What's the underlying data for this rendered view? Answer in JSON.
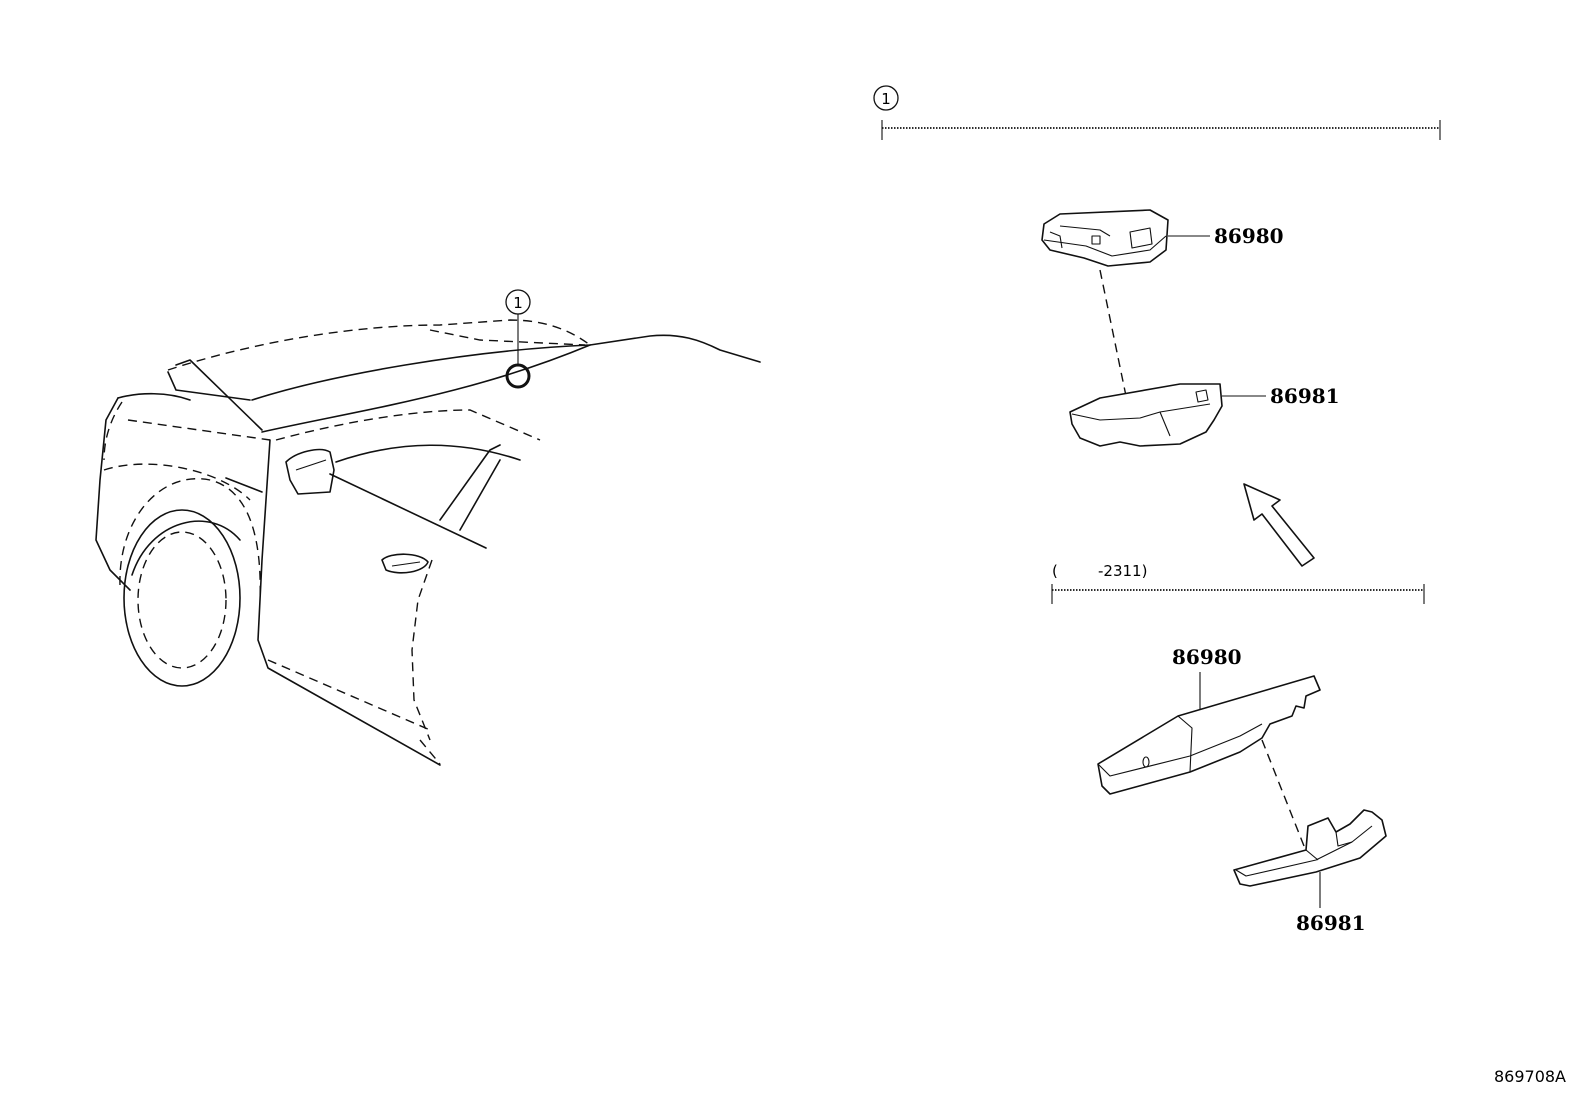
{
  "callout": "1",
  "upper_group": {
    "callout": "1",
    "parts": [
      {
        "number": "86980"
      },
      {
        "number": "86981"
      }
    ]
  },
  "lower_group": {
    "range_open": "(",
    "range_text": "-2311)",
    "parts": [
      {
        "number": "86980"
      },
      {
        "number": "86981"
      }
    ]
  },
  "illustration_ref": "869708A"
}
